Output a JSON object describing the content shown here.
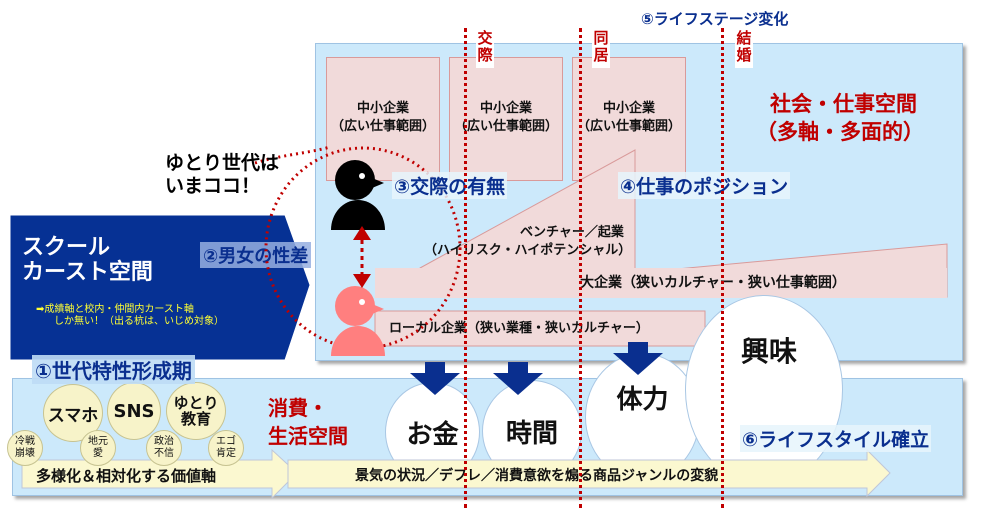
{
  "lifestage": {
    "header": "⑤ライフステージ変化",
    "events": [
      "交際",
      "同居",
      "結婚"
    ]
  },
  "social_space": {
    "title_line1": "社会・仕事空間",
    "title_line2": "（多軸・多面的）",
    "sme_boxes": [
      {
        "line1": "中小企業",
        "line2": "（広い仕事範囲）"
      },
      {
        "line1": "中小企業",
        "line2": "（広い仕事範囲）"
      },
      {
        "line1": "中小企業",
        "line2": "（広い仕事範囲）"
      }
    ],
    "venture_line1": "ベンチャー／起業",
    "venture_line2": "（ハイリスク・ハイポテンシャル）",
    "large_company": "大企業（狭いカルチャー・狭い仕事範囲）",
    "local_company": "ローカル企業（狭い業種・狭いカルチャー）",
    "dating_label": "③交際の有無",
    "job_label": "④仕事のポジション"
  },
  "callout": {
    "line1": "ゆとり世代は",
    "line2": "いまココ！"
  },
  "school_space": {
    "title_line1": "スクール",
    "title_line2": "カースト空間",
    "note_line1": "➡成績軸と校内・仲間内カースト軸",
    "note_line2": "しか無い！（出る杭は、いじめ対象）",
    "gender_label": "②男女の性差",
    "generation_label": "①世代特性形成期"
  },
  "consumer_space": {
    "title_line1": "消費・",
    "title_line2": "生活空間",
    "big_bubbles": [
      "スマホ",
      "SNS",
      "ゆとり\n教育"
    ],
    "small_bubbles": [
      "冷戦\n崩壊",
      "地元\n愛",
      "政治\n不信",
      "エゴ\n肯定"
    ],
    "resources": [
      "お金",
      "時間",
      "体力",
      "興味"
    ],
    "lifestyle_label": "⑥ライフスタイル確立",
    "arrow1": "多様化＆相対化する価値軸",
    "arrow2": "景気の状況／デフレ／消費意欲を煽る商品ジャンルの変貌"
  },
  "colors": {
    "navy": "#0a2f8f",
    "red": "#c00000",
    "panel": "#cce9fb",
    "pink_box": "#f1dada",
    "female_figure": "#ff7f7f",
    "yellow_arrow": "#fbf8d0"
  }
}
